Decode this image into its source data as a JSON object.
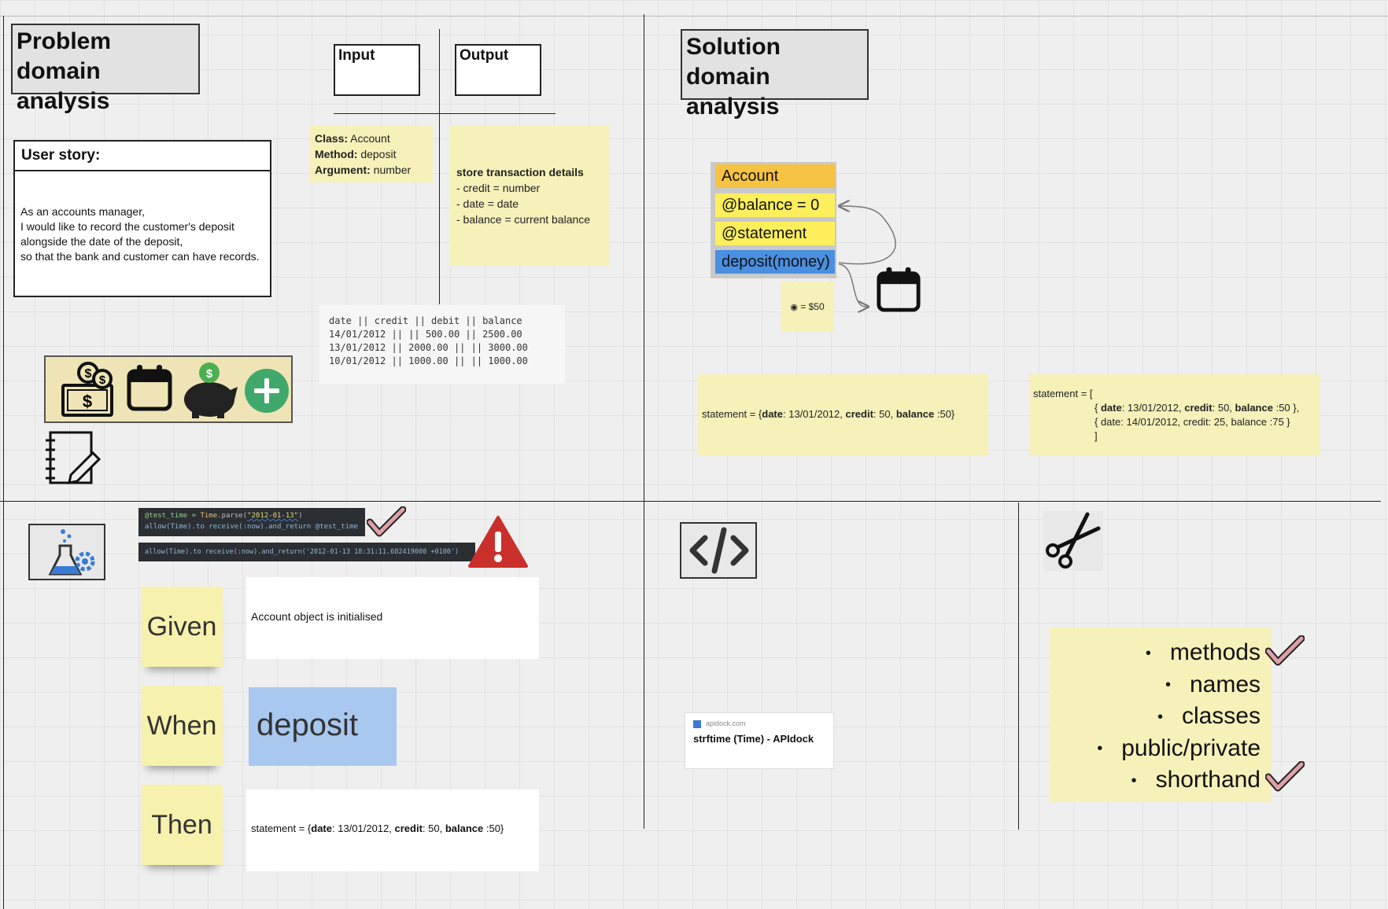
{
  "problem_title": "Problem domain analysis",
  "solution_title": "Solution domain analysis",
  "input_label": "Input",
  "output_label": "Output",
  "user_story": {
    "heading": "User story:",
    "lines": [
      "As an accounts manager,",
      "I would like to  record the customer's deposit",
      "alongside the date of the deposit,",
      "so that the bank and customer can have records."
    ]
  },
  "input_note": {
    "class_key": "Class:",
    "class_val": " Account",
    "method_key": "Method:",
    "method_val": " deposit",
    "arg_key": "Argument:",
    "arg_val": " number"
  },
  "output_note": {
    "heading": "store transaction details",
    "lines": [
      "- credit = number",
      "- date = date",
      "- balance = current balance"
    ]
  },
  "statement_table": {
    "lines": [
      "date || credit || debit || balance",
      "14/01/2012 || || 500.00 || 2500.00",
      "13/01/2012 || 2000.00 || || 3000.00",
      "10/01/2012 || 1000.00 || || 1000.00"
    ]
  },
  "uml": {
    "class_name": "Account",
    "attr1": "@balance = 0",
    "attr2": "@statement",
    "method": "deposit(money)",
    "colors": {
      "header": "#f5c242",
      "attr": "#fdef5c",
      "method": "#4a8fe0"
    }
  },
  "money_note": " = $50",
  "statement_single": {
    "prefix": "statement = {",
    "date_key": "date",
    "date_val": ": 13/01/2012, ",
    "credit_key": "credit",
    "credit_val": ": 50, ",
    "balance_key": "balance",
    "balance_val": " :50}"
  },
  "statement_array": {
    "open": "statement = [",
    "row1_date_key": "date",
    "row1_date_val": ": 13/01/2012, ",
    "row1_credit_key": "credit",
    "row1_credit_val": ": 50, ",
    "row1_balance_key": "balance",
    "row1_balance_val": " :50 },",
    "row2": "{ date: 14/01/2012, credit: 25, balance :75 }",
    "close": "]"
  },
  "code_snippet_1": {
    "line1_a": "@test_time = ",
    "line1_b": "Time",
    "line1_c": ".parse(",
    "line1_d": "\"2012-01-13\"",
    "line1_e": ")",
    "line2": "allow(Time).to receive(:now).and_return @test_time"
  },
  "code_snippet_2": "allow(Time).to receive(:now).and_return('2012-01-13 18:31:11.682419000 +0100')",
  "gwt": {
    "given": "Given",
    "given_text": "Account object is initialised",
    "when": "When",
    "when_text": "deposit",
    "then": "Then",
    "then_prefix": "statement = {",
    "then_date_key": "date",
    "then_date_val": ": 13/01/2012, ",
    "then_credit_key": "credit",
    "then_credit_val": ": 50, ",
    "then_balance_key": "balance",
    "then_balance_val": " :50}"
  },
  "link_card": {
    "domain": "apidock.com",
    "title": "strftime (Time) - APIdock"
  },
  "bullets": [
    "methods",
    "names",
    "classes",
    "public/private",
    "shorthand"
  ],
  "icons": {
    "money": "money-stack-icon",
    "calendar": "calendar-icon",
    "piggy": "piggy-bank-icon",
    "plus": "plus-circle-icon",
    "notepad": "notepad-pencil-icon",
    "lab": "lab-gear-icon",
    "code": "code-brackets-icon",
    "scissors": "scissors-icon",
    "warning": "warning-icon",
    "check": "check-mark-icon"
  }
}
